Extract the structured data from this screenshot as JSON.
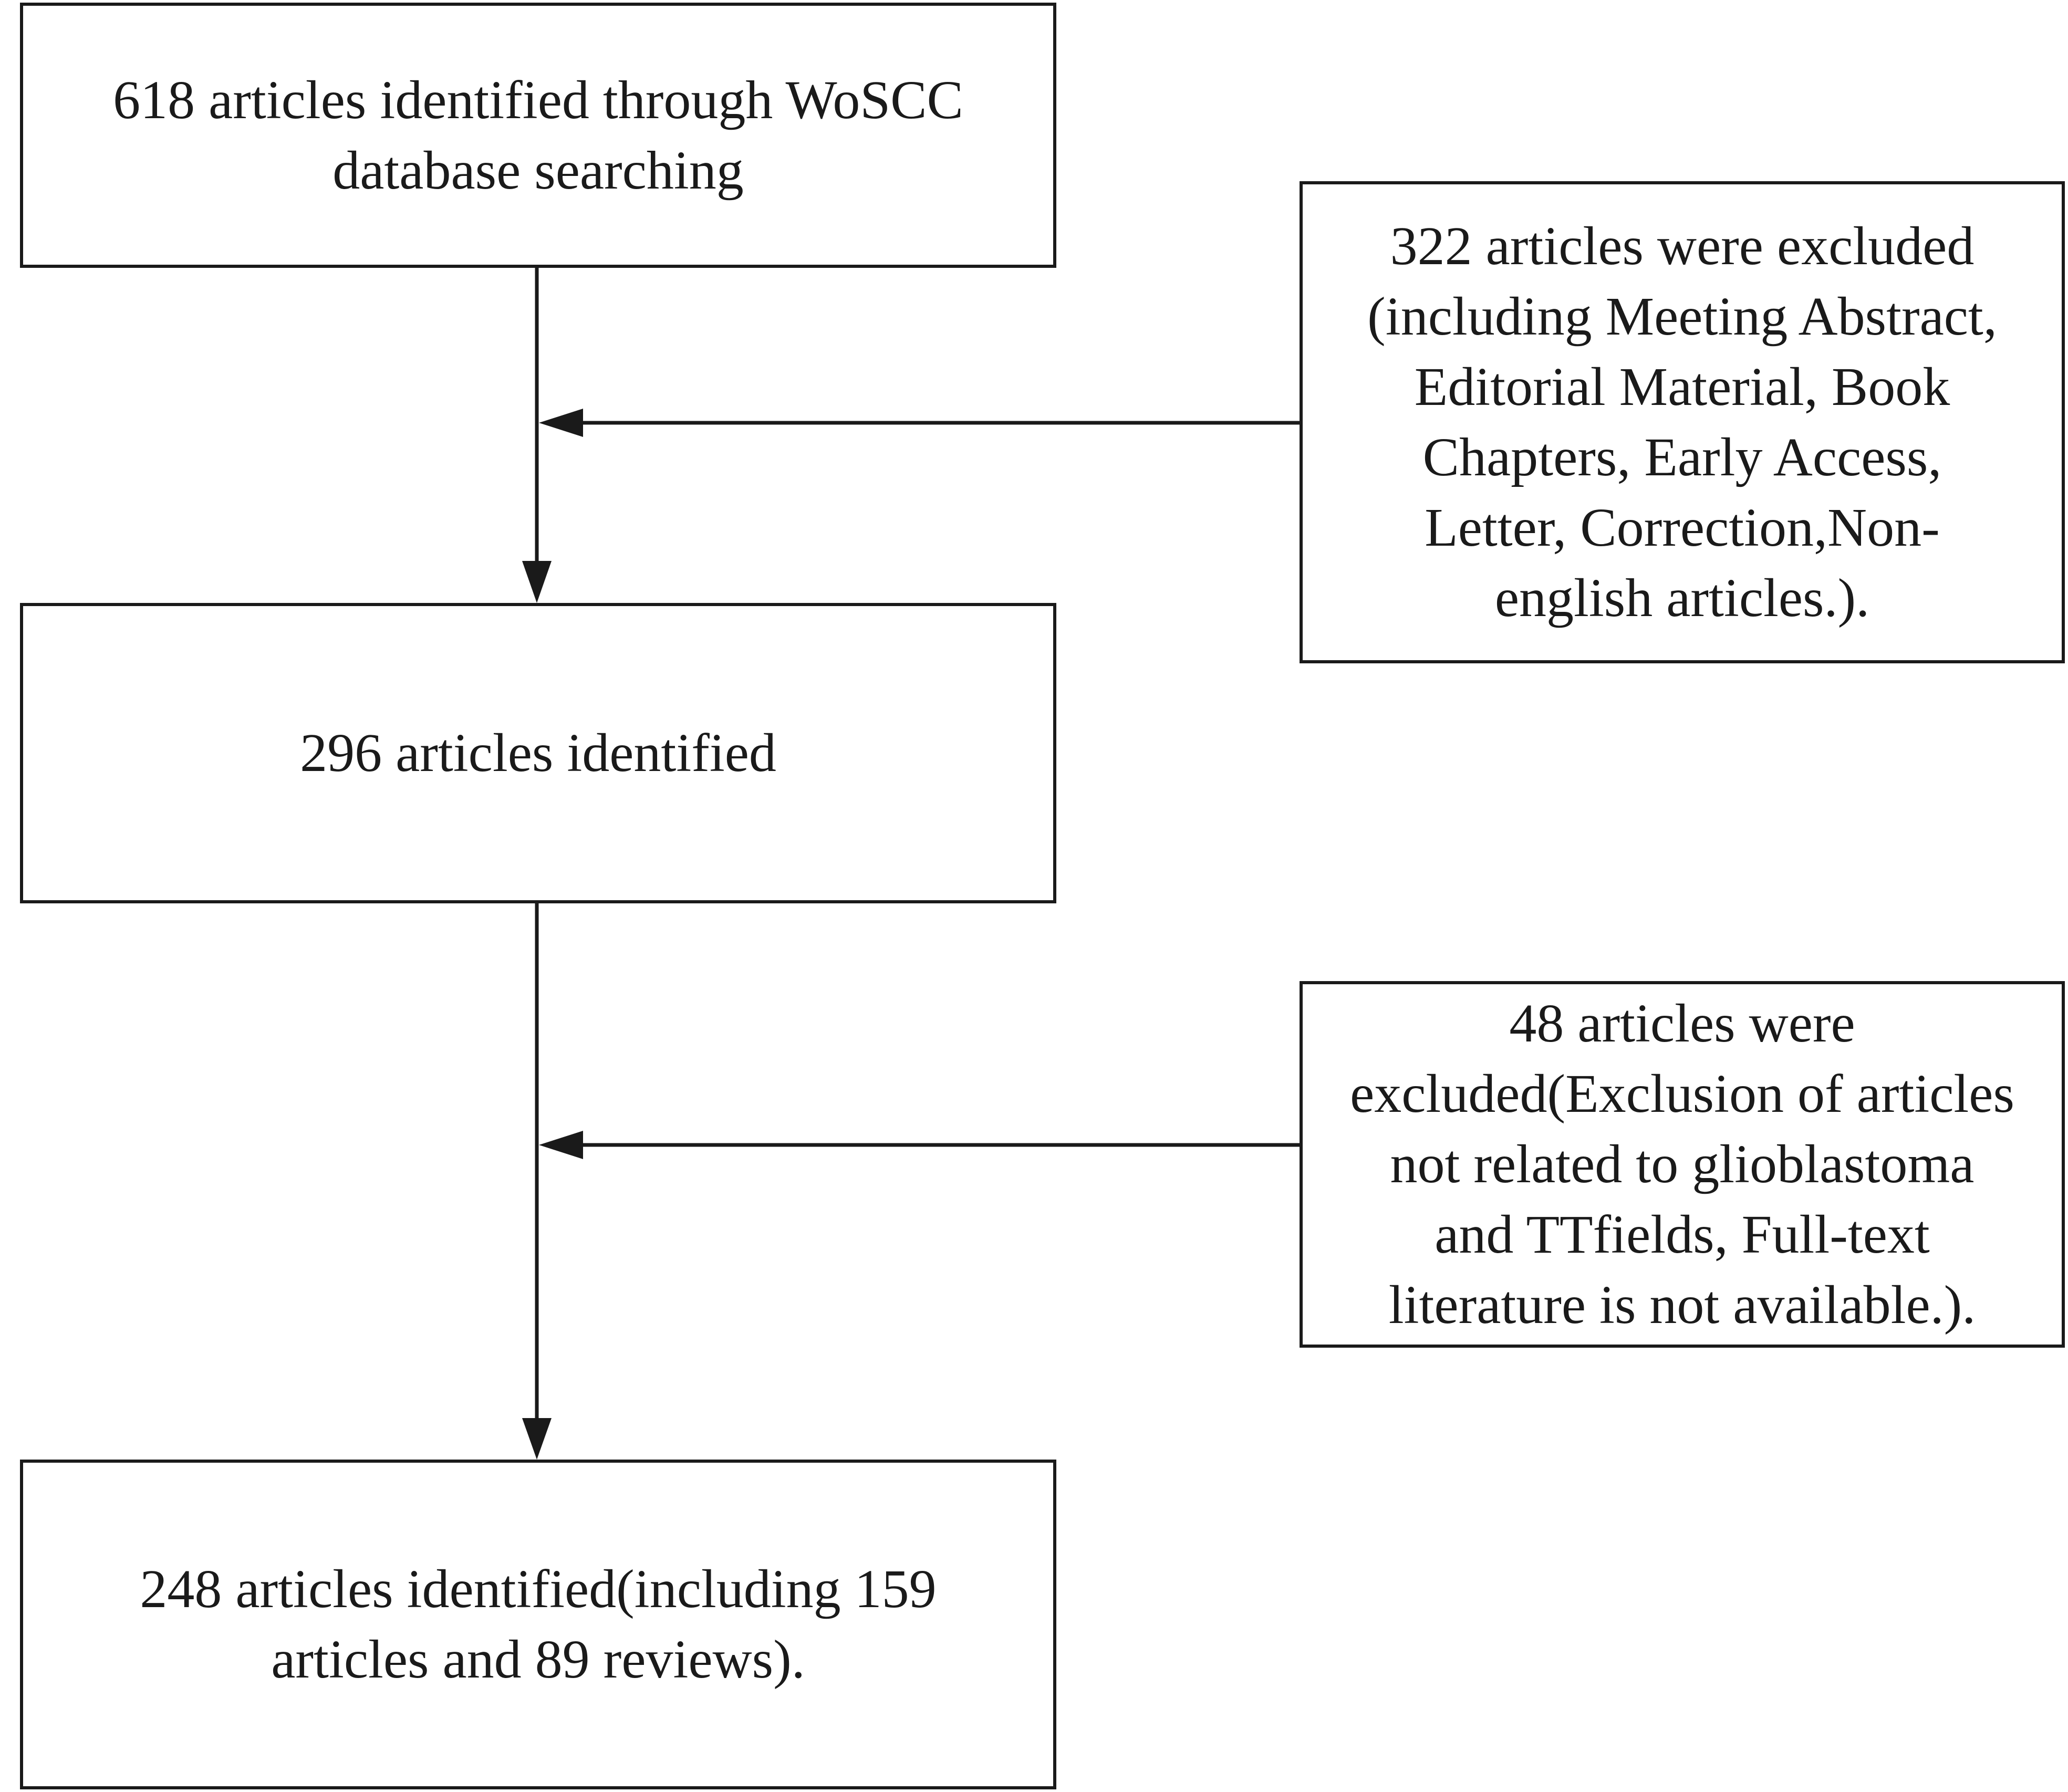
{
  "flowchart": {
    "boxes": {
      "start": "618 articles identified through WoSCC\ndatabase searching",
      "mid": "296 articles identified",
      "final": "248 articles identified(including 159\narticles and 89 reviews).",
      "exclusion_1": "322 articles were excluded\n(including Meeting Abstract,\nEditorial Material, Book\nChapters,  Early Access,\nLetter, Correction,Non-\nenglish articles.).",
      "exclusion_2": "48 articles were\nexcluded(Exclusion of articles\nnot related to glioblastoma\nand TTfields, Full-text\nliterature is not available.)."
    },
    "line_color": "#1a1a1a"
  }
}
